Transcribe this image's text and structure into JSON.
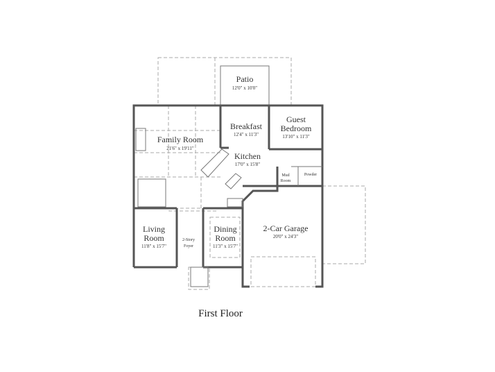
{
  "plan": {
    "title": "First Floor",
    "rooms": {
      "patio": {
        "name": "Patio",
        "size": "12'0\" x 10'0\""
      },
      "breakfast": {
        "name": "Breakfast",
        "size": "12'4\" x 11'3\""
      },
      "guest_bedroom": {
        "name_line1": "Guest",
        "name_line2": "Bedroom",
        "size": "13'10\" x 11'3\""
      },
      "family_room": {
        "name": "Family Room",
        "size": "21'6\" x 19'11\""
      },
      "kitchen": {
        "name": "Kitchen",
        "size": "17'0\" x 15'8\""
      },
      "mud_room": {
        "name_line1": "Mud",
        "name_line2": "Room"
      },
      "powder": {
        "name": "Powder"
      },
      "living_room": {
        "name_line1": "Living",
        "name_line2": "Room",
        "size": "11'8\" x 15'7\""
      },
      "foyer": {
        "name_line1": "2-Story",
        "name_line2": "Foyer"
      },
      "dining_room": {
        "name_line1": "Dining",
        "name_line2": "Room",
        "size": "11'3\" x 15'7\""
      },
      "garage": {
        "name": "2-Car Garage",
        "size": "20'0\" x 24'3\""
      }
    }
  }
}
